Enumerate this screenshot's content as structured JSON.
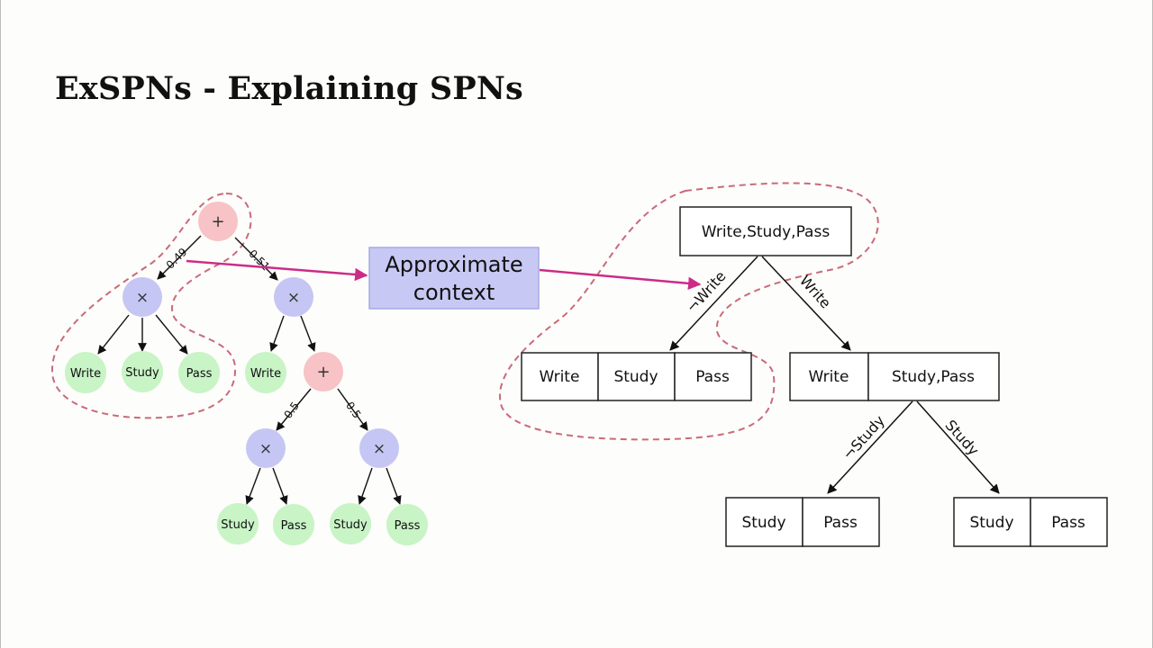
{
  "title": "ExSPNs - Explaining SPNs",
  "colors": {
    "sum_node": "#f7c3c6",
    "product_node": "#c6c6f4",
    "leaf_node": "#c8f4c6",
    "highlight_outline": "#c96b79",
    "arrow_accent": "#cc2b88",
    "context_box": "#c8c8f4"
  },
  "spn": {
    "sum_root": "+",
    "weight_left": "0.49",
    "weight_right": "0.51",
    "product_left": "×",
    "product_right": "×",
    "leaf_write_1": "Write",
    "leaf_study_1": "Study",
    "leaf_pass_1": "Pass",
    "leaf_write_2": "Write",
    "sum_inner": "+",
    "weight_inner_left": "0.5",
    "weight_inner_right": "0.5",
    "product_inner_left": "×",
    "product_inner_right": "×",
    "leaf_study_2": "Study",
    "leaf_pass_2": "Pass",
    "leaf_study_3": "Study",
    "leaf_pass_3": "Pass"
  },
  "context_box": {
    "line1": "Approximate",
    "line2": "context"
  },
  "tree": {
    "root": "Write,Study,Pass",
    "edge_not_write": "¬Write",
    "edge_write": "Write",
    "left_cells": [
      "Write",
      "Study",
      "Pass"
    ],
    "right_cells": [
      "Write",
      "Study,Pass"
    ],
    "edge_not_study": "¬Study",
    "edge_study": "Study",
    "bottom_left_cells": [
      "Study",
      "Pass"
    ],
    "bottom_right_cells": [
      "Study",
      "Pass"
    ]
  }
}
